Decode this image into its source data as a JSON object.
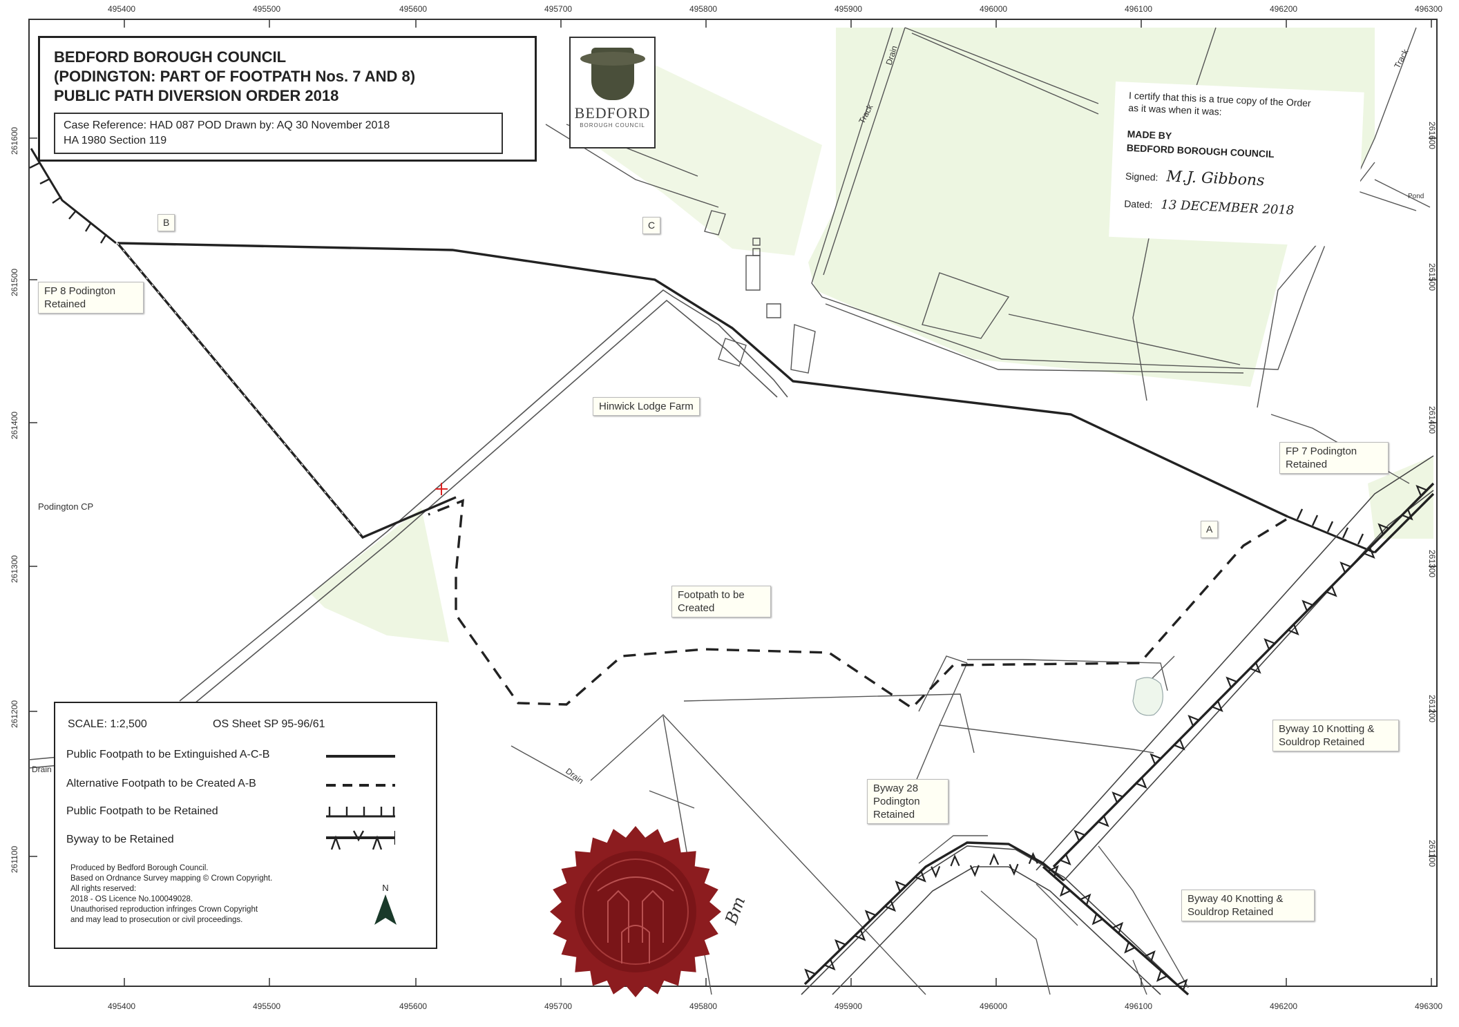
{
  "title": {
    "line1": "BEDFORD BOROUGH COUNCIL",
    "line2": "(PODINGTON: PART OF FOOTPATH Nos. 7 AND 8)",
    "line3": "PUBLIC PATH DIVERSION ORDER 2018",
    "reference_line1": "Case Reference: HAD 087 POD Drawn by: AQ 30 November 2018",
    "reference_line2": "HA 1980 Section 119"
  },
  "crest": {
    "wordmark": "BEDFORD",
    "sub": "BOROUGH COUNCIL",
    "icon": "council-crest-icon"
  },
  "certificate": {
    "line1": "I certify that this is a true copy of the Order",
    "line2": "as it was when it was:",
    "made_by_1": "MADE BY",
    "made_by_2": "BEDFORD BOROUGH COUNCIL",
    "signed_label": "Signed:",
    "signed_value": "M.J. Gibbons",
    "dated_label": "Dated:",
    "dated_value": "13 DECEMBER 2018"
  },
  "grid": {
    "top_eastings": [
      "495400",
      "495500",
      "495600",
      "495700",
      "495800",
      "495900",
      "496000",
      "496100",
      "496200",
      "496300"
    ],
    "bottom_eastings": [
      "495400",
      "495500",
      "495600",
      "495700",
      "495800",
      "495900",
      "496000",
      "496100",
      "496200",
      "496300"
    ],
    "northings": [
      "261600",
      "261500",
      "261400",
      "261300",
      "261200",
      "261100"
    ]
  },
  "labels": {
    "point_a": "A",
    "point_b": "B",
    "point_c": "C",
    "fp8": "FP 8 Podington Retained",
    "fp7": "FP 7 Podington Retained",
    "farm": "Hinwick Lodge Farm",
    "footpath_created": "Footpath to be Created",
    "byway10": "Byway 10 Knotting & Souldrop Retained",
    "byway28": "Byway 28 Podington Retained",
    "byway40": "Byway 40 Knotting & Souldrop Retained",
    "parish": "Podington CP",
    "track1": "Track",
    "track2": "Track",
    "drain1": "Drain",
    "drain2": "Drain",
    "drain3": "Drain",
    "pond": "Pond",
    "initials": "Bm"
  },
  "legend": {
    "scale": "SCALE:  1:2,500",
    "sheet": "OS Sheet SP 95-96/61",
    "extinguished": "Public Footpath to be Extinguished  A-C-B",
    "created": "Alternative Footpath to be Created  A-B",
    "retained": "Public Footpath to be Retained",
    "byway": "Byway to be Retained",
    "credit1": "Produced by Bedford Borough Council.",
    "credit2": "Based on Ordnance Survey mapping © Crown Copyright.",
    "credit3": "All rights reserved:",
    "credit4": "2018 - OS Licence No.100049028.",
    "credit5": "Unauthorised reproduction infringes Crown Copyright",
    "credit6": "and may lead to prosecution or civil proceedings.",
    "north": "N"
  },
  "colors": {
    "field_green": "#eaf4dc",
    "seal_red": "#8c1c1f",
    "ink": "#222222"
  }
}
